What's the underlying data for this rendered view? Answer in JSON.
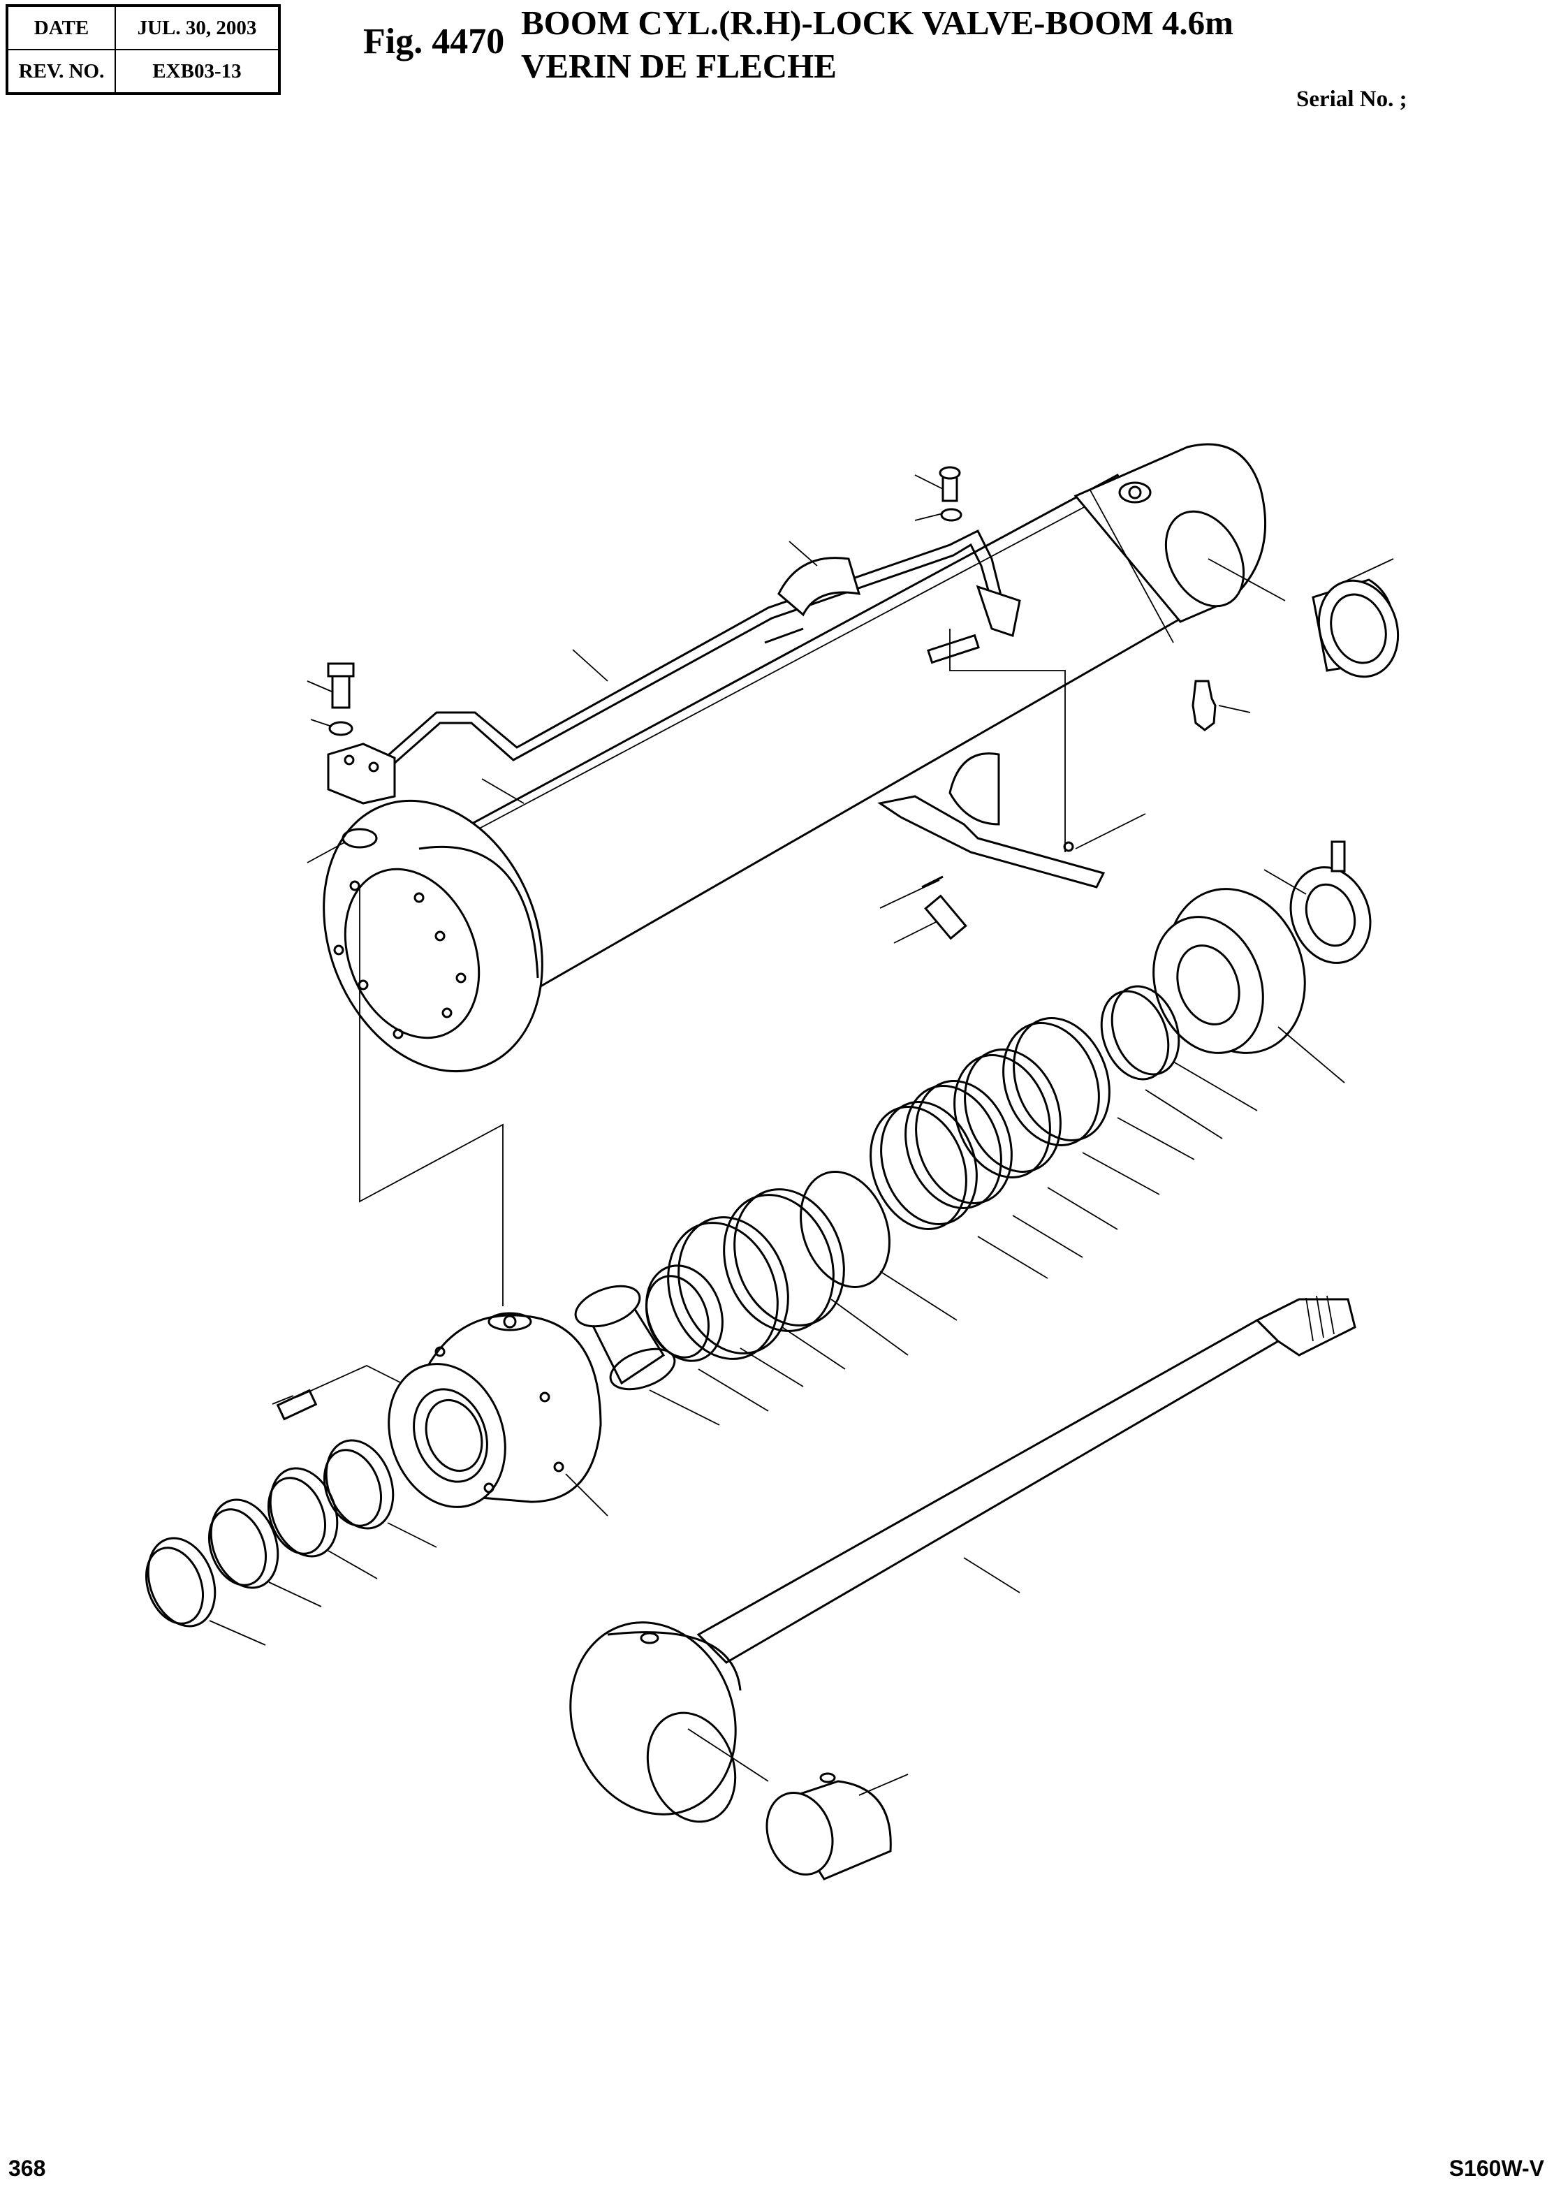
{
  "header": {
    "date_label": "DATE",
    "date_value": "JUL. 30, 2003",
    "rev_label": "REV. NO.",
    "rev_value": "EXB03-13",
    "figure_number": "Fig. 4470",
    "title_line1": "BOOM CYL.(R.H)-LOCK VALVE-BOOM 4.6m",
    "title_line2": "VERIN DE FLECHE",
    "serial_label": "Serial No. ;"
  },
  "footer": {
    "page_number": "368",
    "model": "S160W-V"
  },
  "colors": {
    "ink": "#000000",
    "paper": "#ffffff"
  }
}
